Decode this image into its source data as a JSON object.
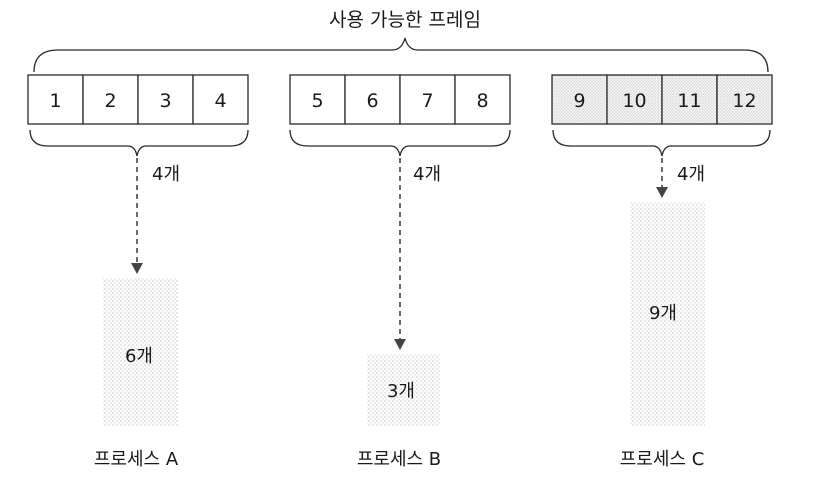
{
  "title": "사용 가능한 프레임",
  "groups": [
    {
      "frames": [
        "1",
        "2",
        "3",
        "4"
      ],
      "shaded": false,
      "allocated_label": "4개",
      "needed_label": "6개",
      "process_label": "프로세스 A"
    },
    {
      "frames": [
        "5",
        "6",
        "7",
        "8"
      ],
      "shaded": false,
      "allocated_label": "4개",
      "needed_label": "3개",
      "process_label": "프로세스 B"
    },
    {
      "frames": [
        "9",
        "10",
        "11",
        "12"
      ],
      "shaded": true,
      "allocated_label": "4개",
      "needed_label": "9개",
      "process_label": "프로세스 C"
    }
  ],
  "colors": {
    "ink": "#1a1a1a",
    "dots": "#8a8a8a"
  }
}
